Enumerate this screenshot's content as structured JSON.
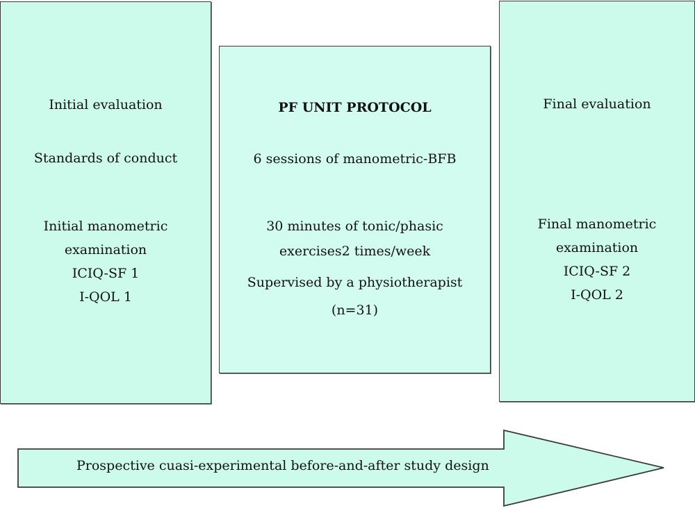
{
  "colors": {
    "box_fill": "#ccfaeb",
    "box_fill_center": "#d2fcf0",
    "border": "#3a3a3a"
  },
  "initial_box": {
    "title": "Initial evaluation",
    "standards": "Standards of conduct",
    "exam_line1": "Initial manometric",
    "exam_line2": "examination",
    "iciq": "ICIQ-SF 1",
    "iqol": "I-QOL 1"
  },
  "protocol_box": {
    "title": "PF UNIT PROTOCOL",
    "sessions": "6 sessions of manometric-BFB",
    "exercise_line1": "30 minutes of tonic/phasic",
    "exercise_line2": "exercises2 times/week",
    "supervision": "Supervised by a physiotherapist",
    "sample": "(n=31)"
  },
  "final_box": {
    "title": "Final evaluation",
    "exam_line1": "Final manometric",
    "exam_line2": "examination",
    "iciq": "ICIQ-SF 2",
    "iqol": "I-QOL 2"
  },
  "timeline_arrow": {
    "label": "Prospective cuasi-experimental before-and-after study design"
  }
}
